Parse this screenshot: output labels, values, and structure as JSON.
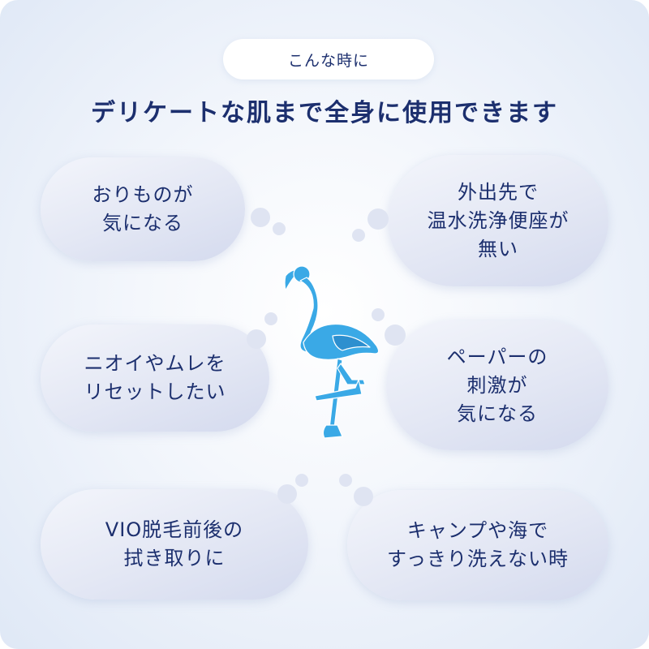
{
  "header": {
    "tag": "こんな時に",
    "headline": "デリケートな肌まで全身に使用できます"
  },
  "bubbles": [
    {
      "text": "おりものが\n気になる"
    },
    {
      "text": "外出先で\n温水洗浄便座が\n無い"
    },
    {
      "text": "ニオイやムレを\nリセットしたい"
    },
    {
      "text": "ペーパーの\n刺激が\n気になる"
    },
    {
      "text": "VIO脱毛前後の\n拭き取りに"
    },
    {
      "text": "キャンプや海で\nすっきり洗えない時"
    }
  ],
  "colors": {
    "text": "#1c2f6e",
    "flamingo": "#3aa9e6",
    "bubble": "#e3e7f4"
  },
  "icons": {
    "center": "flamingo-icon"
  }
}
